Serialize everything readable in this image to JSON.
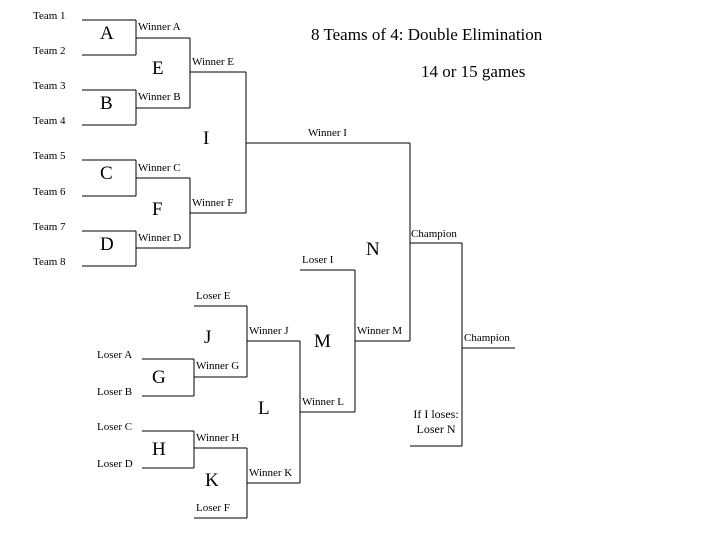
{
  "diagram": {
    "title": "8 Teams of 4: Double Elimination",
    "subtitle": "14 or 15 games",
    "note_line1": "If  I loses:",
    "note_line2": "Loser N",
    "colors": {
      "background": "#ffffff",
      "line": "#000000",
      "text": "#000000"
    }
  },
  "winners_bracket": {
    "seeds": [
      {
        "label": "Team 1"
      },
      {
        "label": "Team 2"
      },
      {
        "label": "Team 3"
      },
      {
        "label": "Team 4"
      },
      {
        "label": "Team 5"
      },
      {
        "label": "Team 6"
      },
      {
        "label": "Team 7"
      },
      {
        "label": "Team 8"
      }
    ],
    "games": [
      {
        "id": "A",
        "label": "A",
        "feeds": [
          "Team 1",
          "Team 2"
        ],
        "winner_label": "Winner A",
        "loser_label": "Loser A"
      },
      {
        "id": "B",
        "label": "B",
        "feeds": [
          "Team 3",
          "Team 4"
        ],
        "winner_label": "Winner B",
        "loser_label": "Loser B"
      },
      {
        "id": "C",
        "label": "C",
        "feeds": [
          "Team 5",
          "Team 6"
        ],
        "winner_label": "Winner C",
        "loser_label": "Loser C"
      },
      {
        "id": "D",
        "label": "D",
        "feeds": [
          "Team 7",
          "Team 8"
        ],
        "winner_label": "Winner D",
        "loser_label": "Loser D"
      },
      {
        "id": "E",
        "label": "E",
        "feeds": [
          "Winner A",
          "Winner B"
        ],
        "winner_label": "Winner E",
        "loser_label": "Loser E"
      },
      {
        "id": "F",
        "label": "F",
        "feeds": [
          "Winner C",
          "Winner D"
        ],
        "winner_label": "Winner F",
        "loser_label": "Loser F"
      },
      {
        "id": "I",
        "label": "I",
        "feeds": [
          "Winner E",
          "Winner F"
        ],
        "winner_label": "Winner I",
        "loser_label": "Loser I"
      }
    ]
  },
  "losers_bracket": {
    "games": [
      {
        "id": "G",
        "label": "G",
        "feeds": [
          "Loser A",
          "Loser B"
        ],
        "winner_label": "Winner G"
      },
      {
        "id": "H",
        "label": "H",
        "feeds": [
          "Loser C",
          "Loser D"
        ],
        "winner_label": "Winner H"
      },
      {
        "id": "J",
        "label": "J",
        "feeds": [
          "Loser E",
          "Winner G"
        ],
        "winner_label": "Winner J"
      },
      {
        "id": "K",
        "label": "K",
        "feeds": [
          "Winner H",
          "Loser F"
        ],
        "winner_label": "Winner K"
      },
      {
        "id": "L",
        "label": "L",
        "feeds": [
          "Winner J",
          "Winner K"
        ],
        "winner_label": "Winner L"
      },
      {
        "id": "M",
        "label": "M",
        "feeds": [
          "Loser I",
          "Winner L"
        ],
        "winner_label": "Winner M"
      }
    ]
  },
  "finals": {
    "games": [
      {
        "id": "N",
        "label": "N",
        "feeds": [
          "Winner I",
          "Winner M"
        ],
        "winner_label": "Champion"
      }
    ],
    "champion_label": "Champion",
    "if_loses_champion_label": "Champion"
  },
  "labels": {
    "team1": "Team 1",
    "team2": "Team 2",
    "team3": "Team 3",
    "team4": "Team 4",
    "team5": "Team 5",
    "team6": "Team 6",
    "team7": "Team 7",
    "team8": "Team 8",
    "game_a": "A",
    "game_b": "B",
    "game_c": "C",
    "game_d": "D",
    "game_e": "E",
    "game_f": "F",
    "game_g": "G",
    "game_h": "H",
    "game_i": "I",
    "game_j": "J",
    "game_k": "K",
    "game_l": "L",
    "game_m": "M",
    "game_n": "N",
    "winner_a": "Winner A",
    "winner_b": "Winner B",
    "winner_c": "Winner C",
    "winner_d": "Winner D",
    "winner_e": "Winner E",
    "winner_f": "Winner F",
    "winner_g": "Winner G",
    "winner_h": "Winner H",
    "winner_i": "Winner I",
    "winner_j": "Winner J",
    "winner_k": "Winner K",
    "winner_l": "Winner L",
    "winner_m": "Winner M",
    "loser_a": "Loser A",
    "loser_b": "Loser B",
    "loser_c": "Loser C",
    "loser_d": "Loser D",
    "loser_e": "Loser E",
    "loser_f": "Loser F",
    "loser_i": "Loser I",
    "champion_top": "Champion",
    "champion_final": "Champion"
  }
}
